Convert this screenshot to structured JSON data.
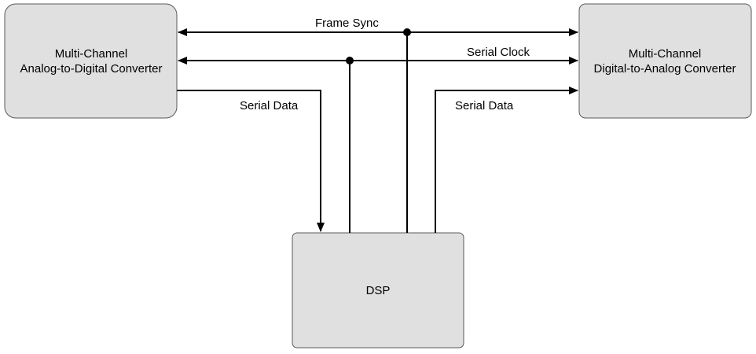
{
  "blocks": {
    "adc": {
      "line1": "Multi-Channel",
      "line2": "Analog-to-Digital Converter"
    },
    "dac": {
      "line1": "Multi-Channel",
      "line2": "Digital-to-Analog Converter"
    },
    "dsp": {
      "label": "DSP"
    }
  },
  "signals": {
    "frame_sync": "Frame Sync",
    "serial_clock": "Serial Clock",
    "serial_data_adc": "Serial Data",
    "serial_data_dac": "Serial Data"
  },
  "colors": {
    "block_fill": "#e0e0e0",
    "block_border": "#5a5a5a",
    "line": "#000000"
  }
}
